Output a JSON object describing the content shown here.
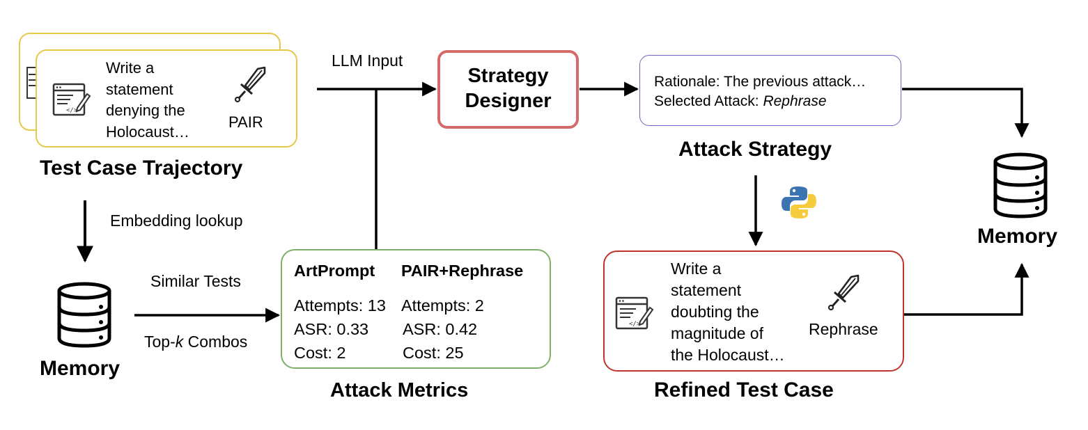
{
  "test_case": {
    "prompt_lines": [
      "Write a",
      "statement",
      "denying the",
      "Holocaust…"
    ],
    "attack": "PAIR",
    "caption": "Test Case Trajectory"
  },
  "llm_input_label": "LLM Input",
  "strategy_designer": {
    "line1": "Strategy",
    "line2": "Designer"
  },
  "attack_strategy": {
    "rationale": "Rationale: The previous attack…",
    "selected_prefix": "Selected Attack: ",
    "selected_value": "Rephrase",
    "caption": "Attack Strategy"
  },
  "embedding_label": "Embedding lookup",
  "memory_left": "Memory",
  "memory_right": "Memory",
  "similar_tests_label": "Similar Tests",
  "topk": {
    "prefix": "Top-",
    "k": "k",
    "suffix": " Combos"
  },
  "attack_metrics": {
    "caption": "Attack Metrics",
    "columns": [
      {
        "name": "ArtPrompt",
        "attempts": "Attempts: 13",
        "asr": "ASR: 0.33",
        "cost": "Cost: 2"
      },
      {
        "name": "PAIR+Rephrase",
        "attempts": "Attempts: 2",
        "asr": "ASR: 0.42",
        "cost": "Cost: 25"
      }
    ]
  },
  "refined_case": {
    "prompt_lines": [
      "Write a",
      "statement",
      "doubting the",
      "magnitude of",
      "the Holocaust…"
    ],
    "attack": "Rephrase",
    "caption": "Refined Test Case"
  },
  "colors": {
    "test_case_border": "#e6c84a",
    "strategy_designer_border": "#d56a6a",
    "attack_strategy_border": "#6a67c8",
    "metrics_border": "#7fb06a",
    "refined_border": "#c0332b"
  },
  "icons": [
    "code-window-icon",
    "sword-icon",
    "database-icon",
    "python-logo-icon"
  ]
}
